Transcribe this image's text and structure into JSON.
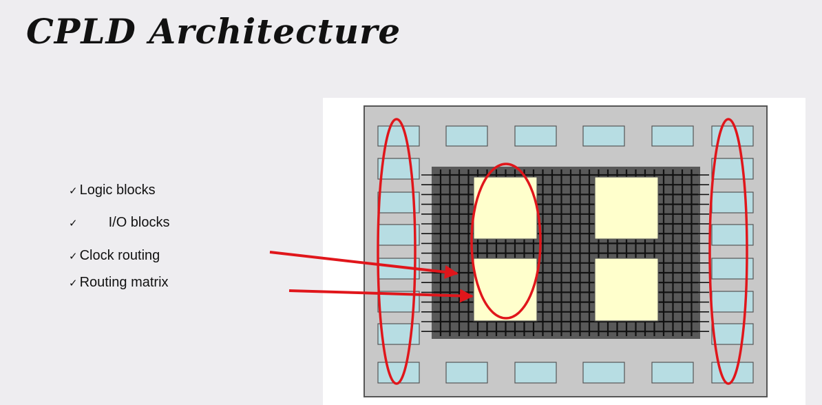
{
  "slide": {
    "title": "CPLD Architecture"
  },
  "bullets": [
    {
      "check": "✓",
      "label": "Logic blocks"
    },
    {
      "check": "✓",
      "label": "I/O blocks"
    },
    {
      "check": "✓",
      "label": "Clock routing"
    },
    {
      "check": "✓",
      "label": "Routing matrix"
    }
  ],
  "diagram": {
    "colors": {
      "background": "#eeedf0",
      "chip": "#c8c8c8",
      "io_block": "#b7dde3",
      "matrix": "#595959",
      "matrix_lines": "#111111",
      "logic_block": "#ffffcc",
      "annotation": "#e0161b"
    },
    "io_blocks": {
      "top_count": 5,
      "bottom_count": 5,
      "left_count": 7,
      "right_count": 7
    },
    "logic_block_count": 4
  }
}
